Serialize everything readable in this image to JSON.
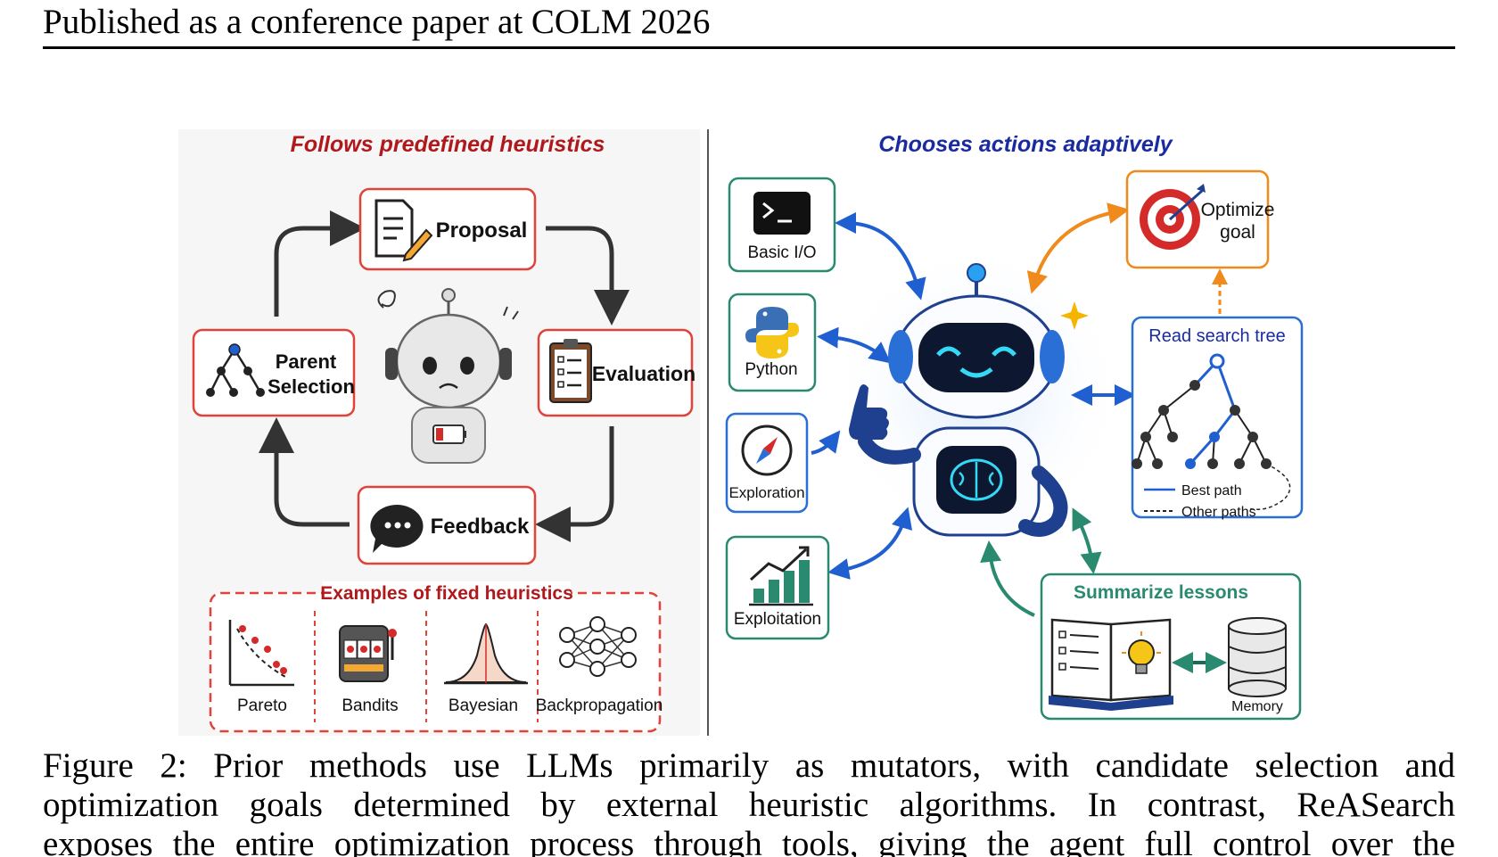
{
  "header": {
    "text": "Published as a conference paper at COLM 2026"
  },
  "figure": {
    "left": {
      "title": "Follows predefined heuristics",
      "nodes": {
        "proposal": "Proposal",
        "evaluation": "Evaluation",
        "feedback": "Feedback",
        "parent_selection": [
          "Parent",
          "Selection"
        ]
      },
      "examples_title": "Examples of fixed heuristics",
      "examples": [
        "Pareto",
        "Bandits",
        "Bayesian",
        "Backpropagation"
      ]
    },
    "right": {
      "title": "Chooses actions adaptively",
      "tools": {
        "basic_io": "Basic I/O",
        "python": "Python",
        "exploration": "Exploration",
        "exploitation": "Exploitation"
      },
      "optimize_goal": [
        "Optimize",
        "goal"
      ],
      "search_tree": {
        "title": "Read search tree",
        "best_path": "Best path",
        "other_paths": "Other paths"
      },
      "summarize": {
        "title": "Summarize lessons",
        "memory": "Memory"
      }
    },
    "colors": {
      "left_title": "#b0181c",
      "right_title": "#1a2ba0",
      "red_box": "#e0433a",
      "green_box": "#2a8a70",
      "blue_box": "#2a6fd6",
      "orange_box": "#f08a1c"
    }
  },
  "caption": {
    "lines": [
      "Figure 2: Prior methods use LLMs primarily as mutators, with candidate selection and",
      "optimization goals determined by external heuristic algorithms. In contrast, ReASearch",
      "exposes the entire optimization process through tools, giving the agent full control over the"
    ]
  }
}
